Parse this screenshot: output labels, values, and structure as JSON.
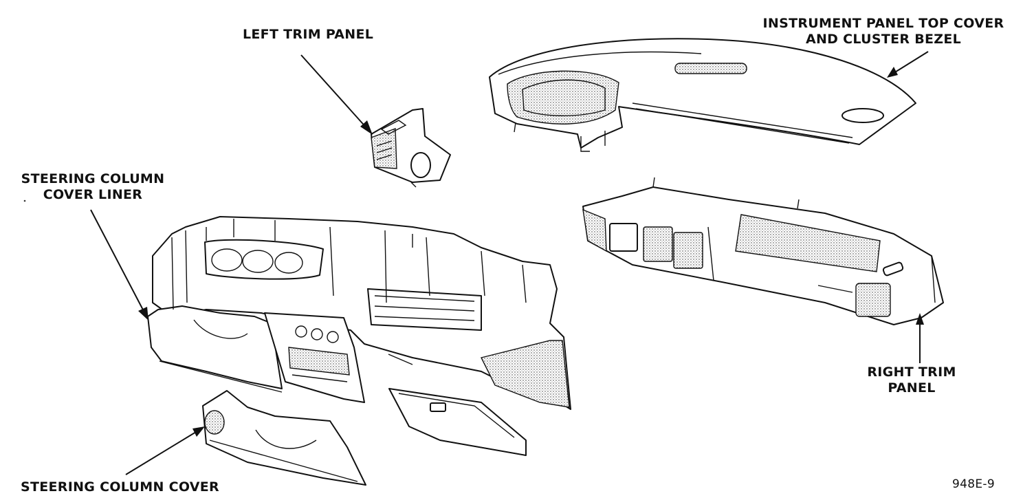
{
  "diagram": {
    "labels": {
      "left_trim_panel": "LEFT TRIM PANEL",
      "top_cover_line1": "INSTRUMENT PANEL TOP COVER",
      "top_cover_line2": "AND CLUSTER BEZEL",
      "column_liner_line1": "STEERING COLUMN",
      "column_liner_line2": "COVER LINER",
      "right_trim_line1": "RIGHT TRIM",
      "right_trim_line2": "PANEL",
      "column_cover": "STEERING COLUMN COVER",
      "figure_id": "948E-9"
    }
  }
}
